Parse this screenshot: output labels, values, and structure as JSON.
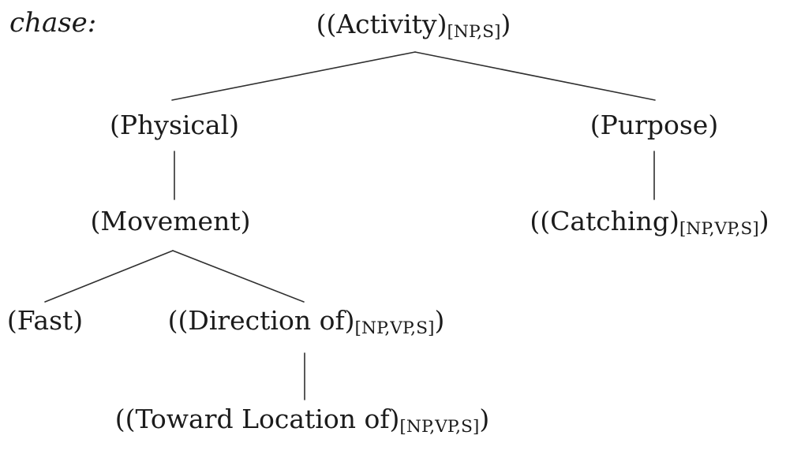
{
  "figure": {
    "word_label": "chase:",
    "colors": {
      "background": "#ffffff",
      "text": "#1b1b1b",
      "line": "#2f2f2f"
    },
    "tree": {
      "nodes": {
        "activity": {
          "main": "((Activity)",
          "sub": "[NP,S]",
          "close": ")"
        },
        "physical": {
          "main": "(Physical)",
          "sub": "",
          "close": ""
        },
        "purpose": {
          "main": "(Purpose)",
          "sub": "",
          "close": ""
        },
        "movement": {
          "main": "(Movement)",
          "sub": "",
          "close": ""
        },
        "catching": {
          "main": "((Catching)",
          "sub": "[NP,VP,S]",
          "close": ")"
        },
        "fast": {
          "main": "(Fast)",
          "sub": "",
          "close": ""
        },
        "direction": {
          "main": "((Direction of)",
          "sub": "[NP,VP,S]",
          "close": ")"
        },
        "toward": {
          "main": "((Toward Location of)",
          "sub": "[NP,VP,S]",
          "close": ")"
        }
      },
      "edges": [
        {
          "from": "activity",
          "to": "physical"
        },
        {
          "from": "activity",
          "to": "purpose"
        },
        {
          "from": "physical",
          "to": "movement"
        },
        {
          "from": "purpose",
          "to": "catching"
        },
        {
          "from": "movement",
          "to": "fast"
        },
        {
          "from": "movement",
          "to": "direction"
        },
        {
          "from": "direction",
          "to": "toward"
        }
      ]
    }
  }
}
